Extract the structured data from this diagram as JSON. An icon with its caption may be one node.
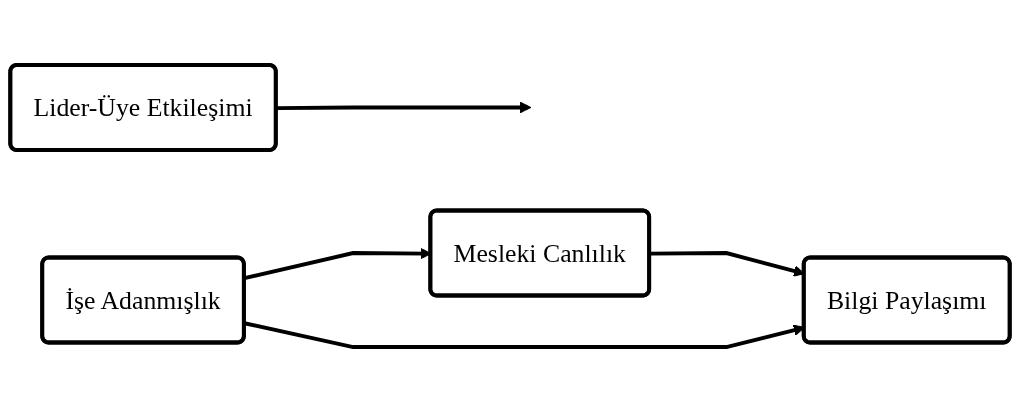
{
  "diagram": {
    "nodes": [
      {
        "text": [
          "Lider-Üye Etkileşimi"
        ]
      },
      {
        "text": [
          "Mesleki Canlılık"
        ]
      },
      {
        "text": [
          "İşe Adanmışlık"
        ]
      },
      {
        "text": [
          "Bilgi Paylaşımı"
        ]
      }
    ],
    "edges": [
      {
        "from": 0,
        "to": null,
        "arrow": "to"
      },
      {
        "from": 2,
        "to": 1,
        "arrow": "to"
      },
      {
        "from": 1,
        "to": 3,
        "arrow": "to"
      },
      {
        "from": 2,
        "to": 3,
        "arrow": "to"
      }
    ]
  }
}
